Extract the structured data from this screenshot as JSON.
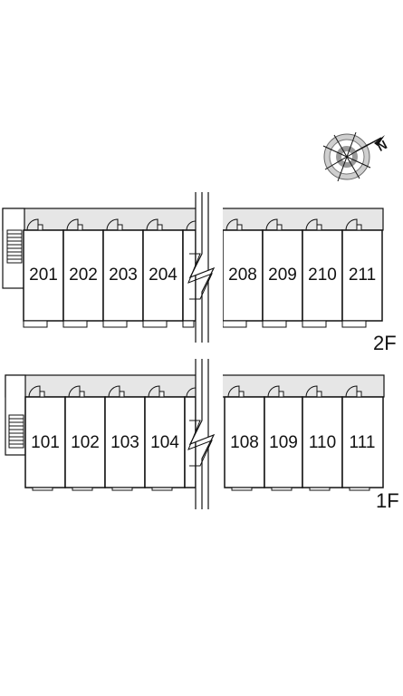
{
  "compass": {
    "letter": "N"
  },
  "floors": [
    {
      "label": "2F",
      "units_left": [
        "201",
        "202",
        "203",
        "204"
      ],
      "units_right": [
        "208",
        "209",
        "210",
        "211"
      ]
    },
    {
      "label": "1F",
      "units_left": [
        "101",
        "102",
        "103",
        "104"
      ],
      "units_right": [
        "108",
        "109",
        "110",
        "111"
      ]
    }
  ]
}
